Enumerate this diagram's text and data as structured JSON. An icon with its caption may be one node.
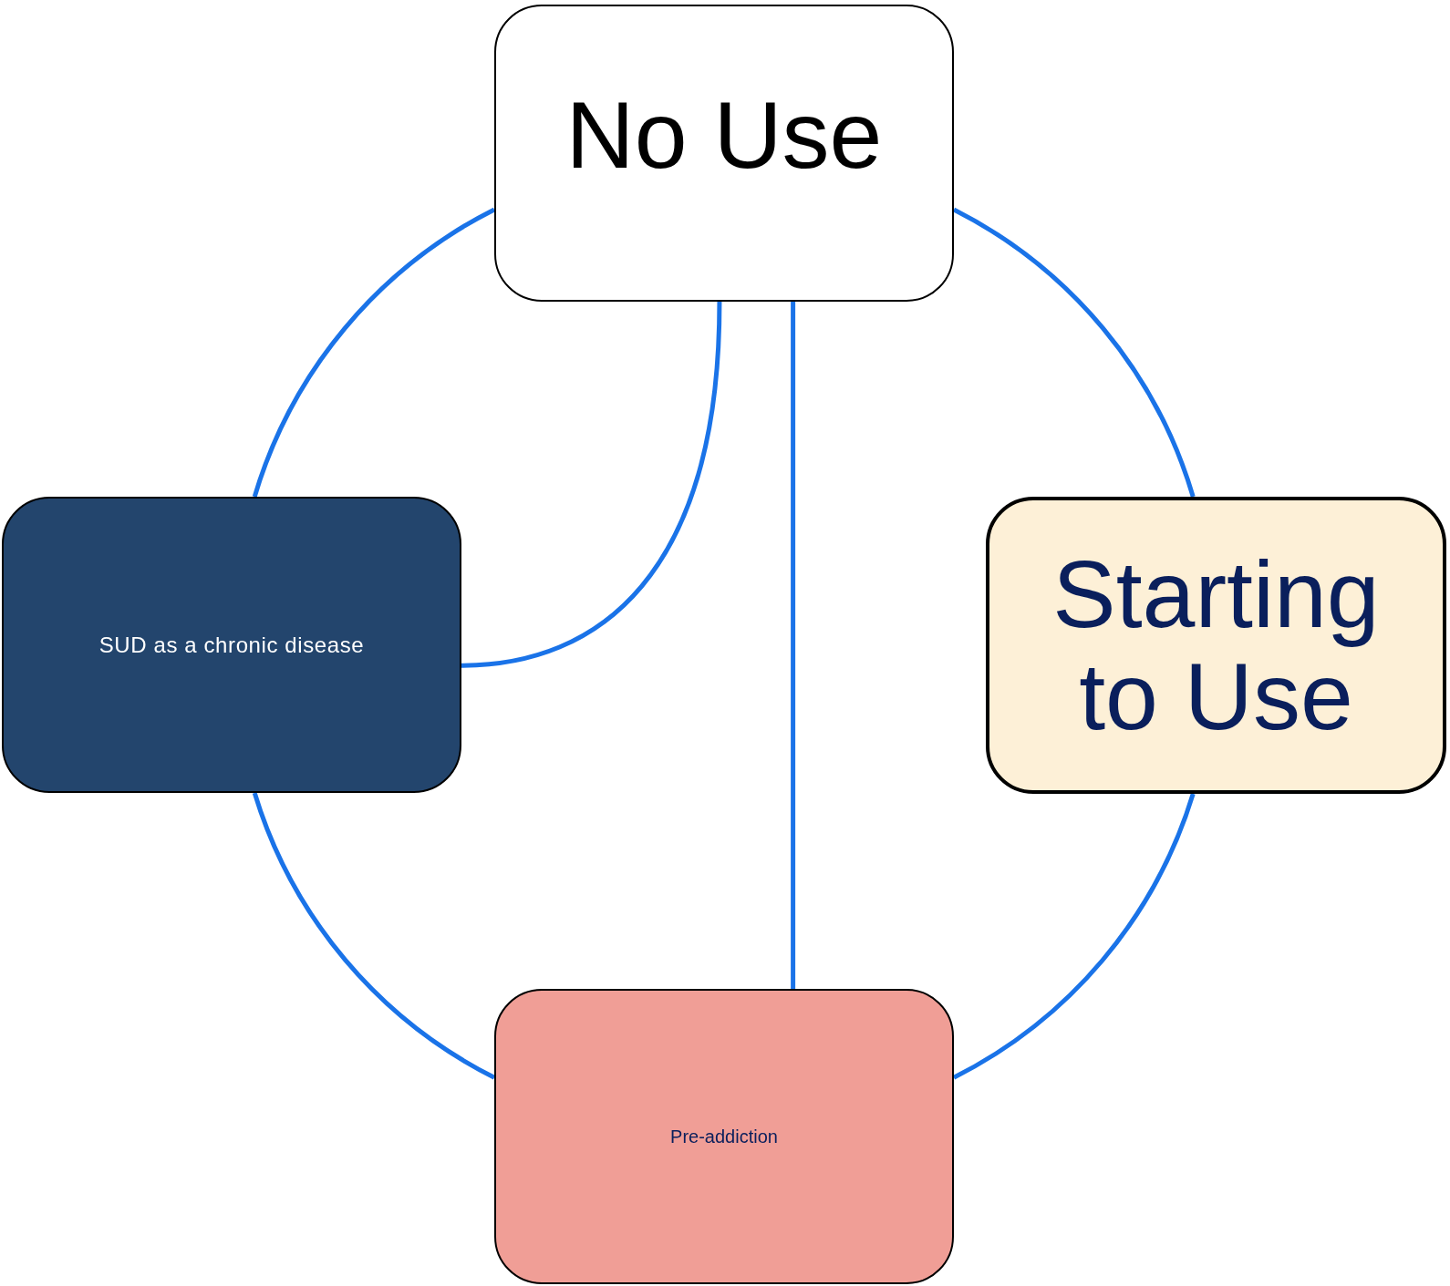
{
  "diagram": {
    "nodes": [
      {
        "text": [
          "No Use"
        ]
      },
      {
        "text": [
          "Starting to Use"
        ]
      },
      {
        "text": [
          "SUD as a chronic disease"
        ]
      },
      {
        "text": [
          "Pre-addiction"
        ]
      }
    ],
    "edges": [
      {
        "from": 0,
        "to": 1,
        "arrow": "none"
      },
      {
        "from": 1,
        "to": 3,
        "arrow": "none"
      },
      {
        "from": 3,
        "to": 2,
        "arrow": "none"
      },
      {
        "from": 2,
        "to": 0,
        "arrow": "none"
      },
      {
        "from": 0,
        "to": 2,
        "arrow": "none"
      },
      {
        "from": 0,
        "to": 3,
        "arrow": "none"
      }
    ]
  }
}
